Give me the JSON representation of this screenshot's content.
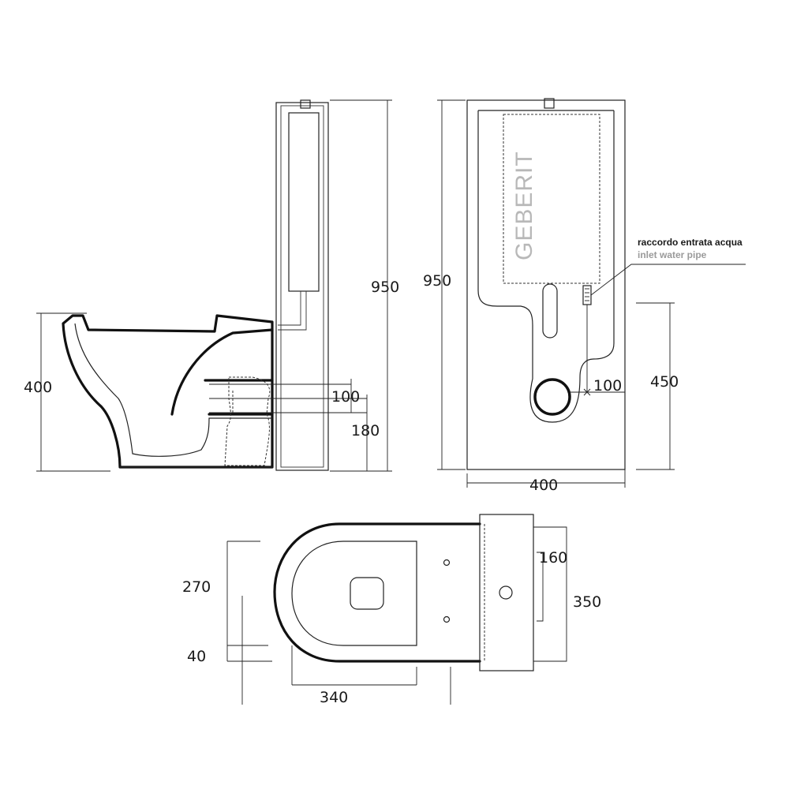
{
  "side_view": {
    "height_total": "950",
    "height_bowl": "400",
    "dim_100": "100",
    "dim_180": "180"
  },
  "front_view": {
    "height_total": "950",
    "brand": "GEBERIT",
    "inlet_label_it": "raccordo entrata acqua",
    "inlet_label_en": "inlet water pipe",
    "dim_100": "100",
    "dim_450": "450",
    "width": "400"
  },
  "top_view": {
    "dim_270": "270",
    "dim_40": "40",
    "dim_340": "340",
    "dim_160": "160",
    "dim_350": "350"
  }
}
